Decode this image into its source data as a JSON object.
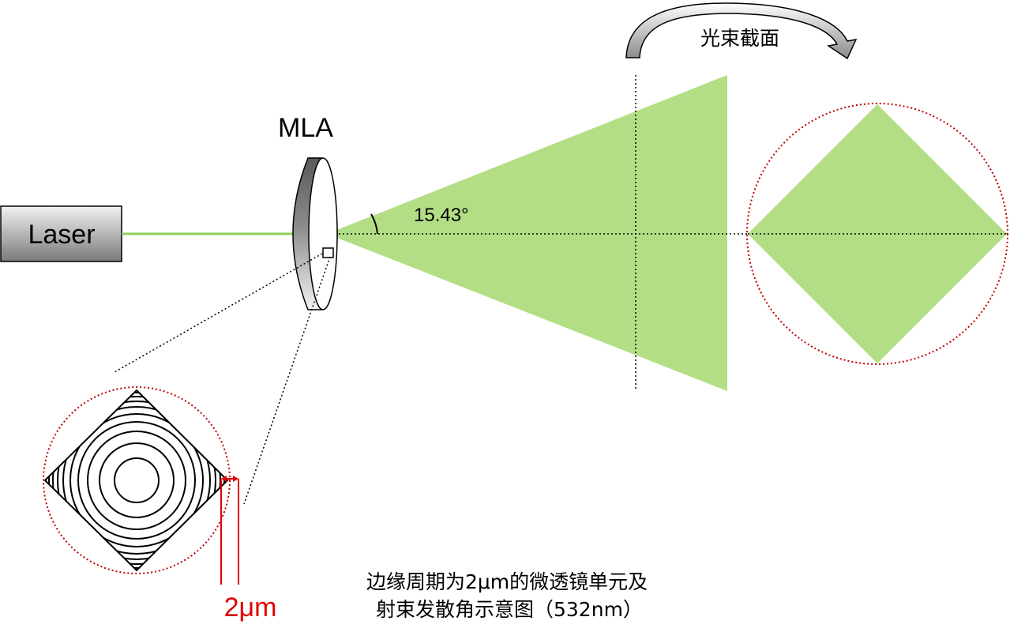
{
  "labels": {
    "laser": "Laser",
    "mla": "MLA",
    "angle": "15.43°",
    "cross_section": "光束截面",
    "pitch": "2μm",
    "caption_line1": "边缘周期为2μm的微透镜单元及",
    "caption_line2": "射束发散角示意图（532nm）"
  },
  "colors": {
    "beam_green": "#b3de85",
    "laser_line": "#8fce5a",
    "dotted_circle": "#c00000",
    "pitch_red": "#e00000",
    "outline": "#000000"
  }
}
